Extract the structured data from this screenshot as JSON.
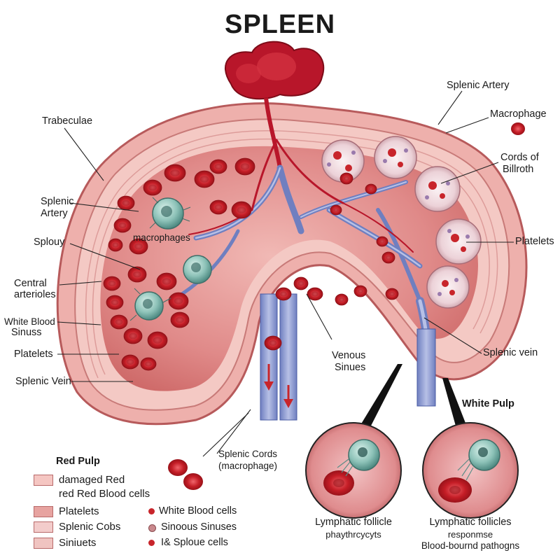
{
  "title": "SPLEEN",
  "labels": {
    "trabeculae": "Trabeculae",
    "splenic_artery_left_1": "Splenic",
    "splenic_artery_left_2": "Artery",
    "macrophages": "macrophages",
    "splouy": "Splouy",
    "central_arterioles_1": "Central",
    "central_arterioles_2": "arterioles",
    "white_blood_1": "White Blood",
    "white_blood_2": "Sinuss",
    "platelets_left": "Platelets",
    "splenic_vein_left": "Splenic Vein",
    "splenic_artery_right": "Splenic Artery",
    "macrophage_right": "Macrophage",
    "cords_1": "Cords of",
    "cords_2": "Billroth",
    "platelets_right": "Platelets",
    "splenic_vein_right": "Splenic vein",
    "venous_1": "Venous",
    "venous_2": "Sinues",
    "white_pulp": "White Pulp",
    "splenic_cords_1": "Splenic Cords",
    "splenic_cords_2": "(macrophage)",
    "inset_left_1": "Lymphatic follicle",
    "inset_left_2": "phaythrcycyts",
    "inset_right_1": "Lymphatic follicles",
    "inset_right_2": "responmse",
    "inset_right_3": "Blood-bournd pathogns"
  },
  "legend": {
    "heading": "Red Pulp",
    "items": [
      {
        "label": "damaged Red",
        "color": "#f5c6c2"
      },
      {
        "label": "red Red Blood cells",
        "color": ""
      },
      {
        "label": "Platelets",
        "color": "#e7a3a0"
      },
      {
        "label": "Splenic Cobs",
        "color": "#f3cccb"
      },
      {
        "label": "Siniuets",
        "color": "#f0c4c1"
      }
    ],
    "dots": [
      {
        "label": "White Blood cells",
        "color": "#c8252b"
      },
      {
        "label": "Sinoous Sinuses",
        "color": "#c9898d"
      },
      {
        "label": "I& Sploue cells",
        "color": "#c8252b"
      }
    ]
  },
  "colors": {
    "capsule": "#e9a3a0",
    "capsule_dark": "#c8696a",
    "pulp": "#d9787a",
    "rbc": "#d2242c",
    "rbc_dark": "#9e1218",
    "vein": "#8896c9",
    "vein_dark": "#4a5ba3",
    "wbc": "#7fb7ae"
  }
}
